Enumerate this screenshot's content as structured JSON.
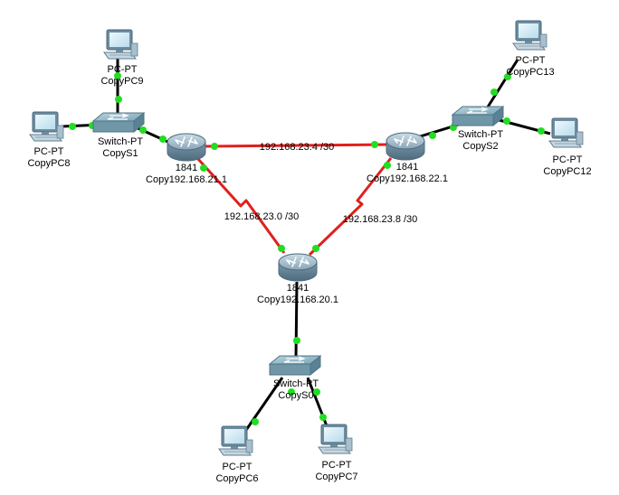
{
  "colors": {
    "wan_link": "#e0201c",
    "lan_link": "#000000",
    "port_up": "#22dd22",
    "router_body": "#8aa6b8",
    "switch_body": "#7aa3b4",
    "pc_screen": "#d9eef8",
    "pc_frame": "#5f7d90"
  },
  "devices": {
    "pc9": {
      "icon": "pc-icon",
      "type": "PC-PT",
      "name": "CopyPC9"
    },
    "pc8": {
      "icon": "pc-icon",
      "type": "PC-PT",
      "name": "CopyPC8"
    },
    "s1": {
      "icon": "switch-icon",
      "type": "Switch-PT",
      "name": "CopyS1"
    },
    "r21": {
      "icon": "router-icon",
      "type": "1841",
      "name": "Copy192.168.21.1"
    },
    "r22": {
      "icon": "router-icon",
      "type": "1841",
      "name": "Copy192.168.22.1"
    },
    "s2": {
      "icon": "switch-icon",
      "type": "Switch-PT",
      "name": "CopyS2"
    },
    "pc13": {
      "icon": "pc-icon",
      "type": "PC-PT",
      "name": "CopyPC13"
    },
    "pc12": {
      "icon": "pc-icon",
      "type": "PC-PT",
      "name": "CopyPC12"
    },
    "r20": {
      "icon": "router-icon",
      "type": "1841",
      "name": "Copy192.168.20.1"
    },
    "s0": {
      "icon": "switch-icon",
      "type": "Switch-PT",
      "name": "CopyS0"
    },
    "pc6": {
      "icon": "pc-icon",
      "type": "PC-PT",
      "name": "CopyPC6"
    },
    "pc7": {
      "icon": "pc-icon",
      "type": "PC-PT",
      "name": "CopyPC7"
    }
  },
  "links": {
    "r21_r22": {
      "label": "192.168.23.4 /30"
    },
    "r21_r20": {
      "label": "192.168.23.0 /30"
    },
    "r22_r20": {
      "label": "192.168.23.8 /30"
    }
  }
}
